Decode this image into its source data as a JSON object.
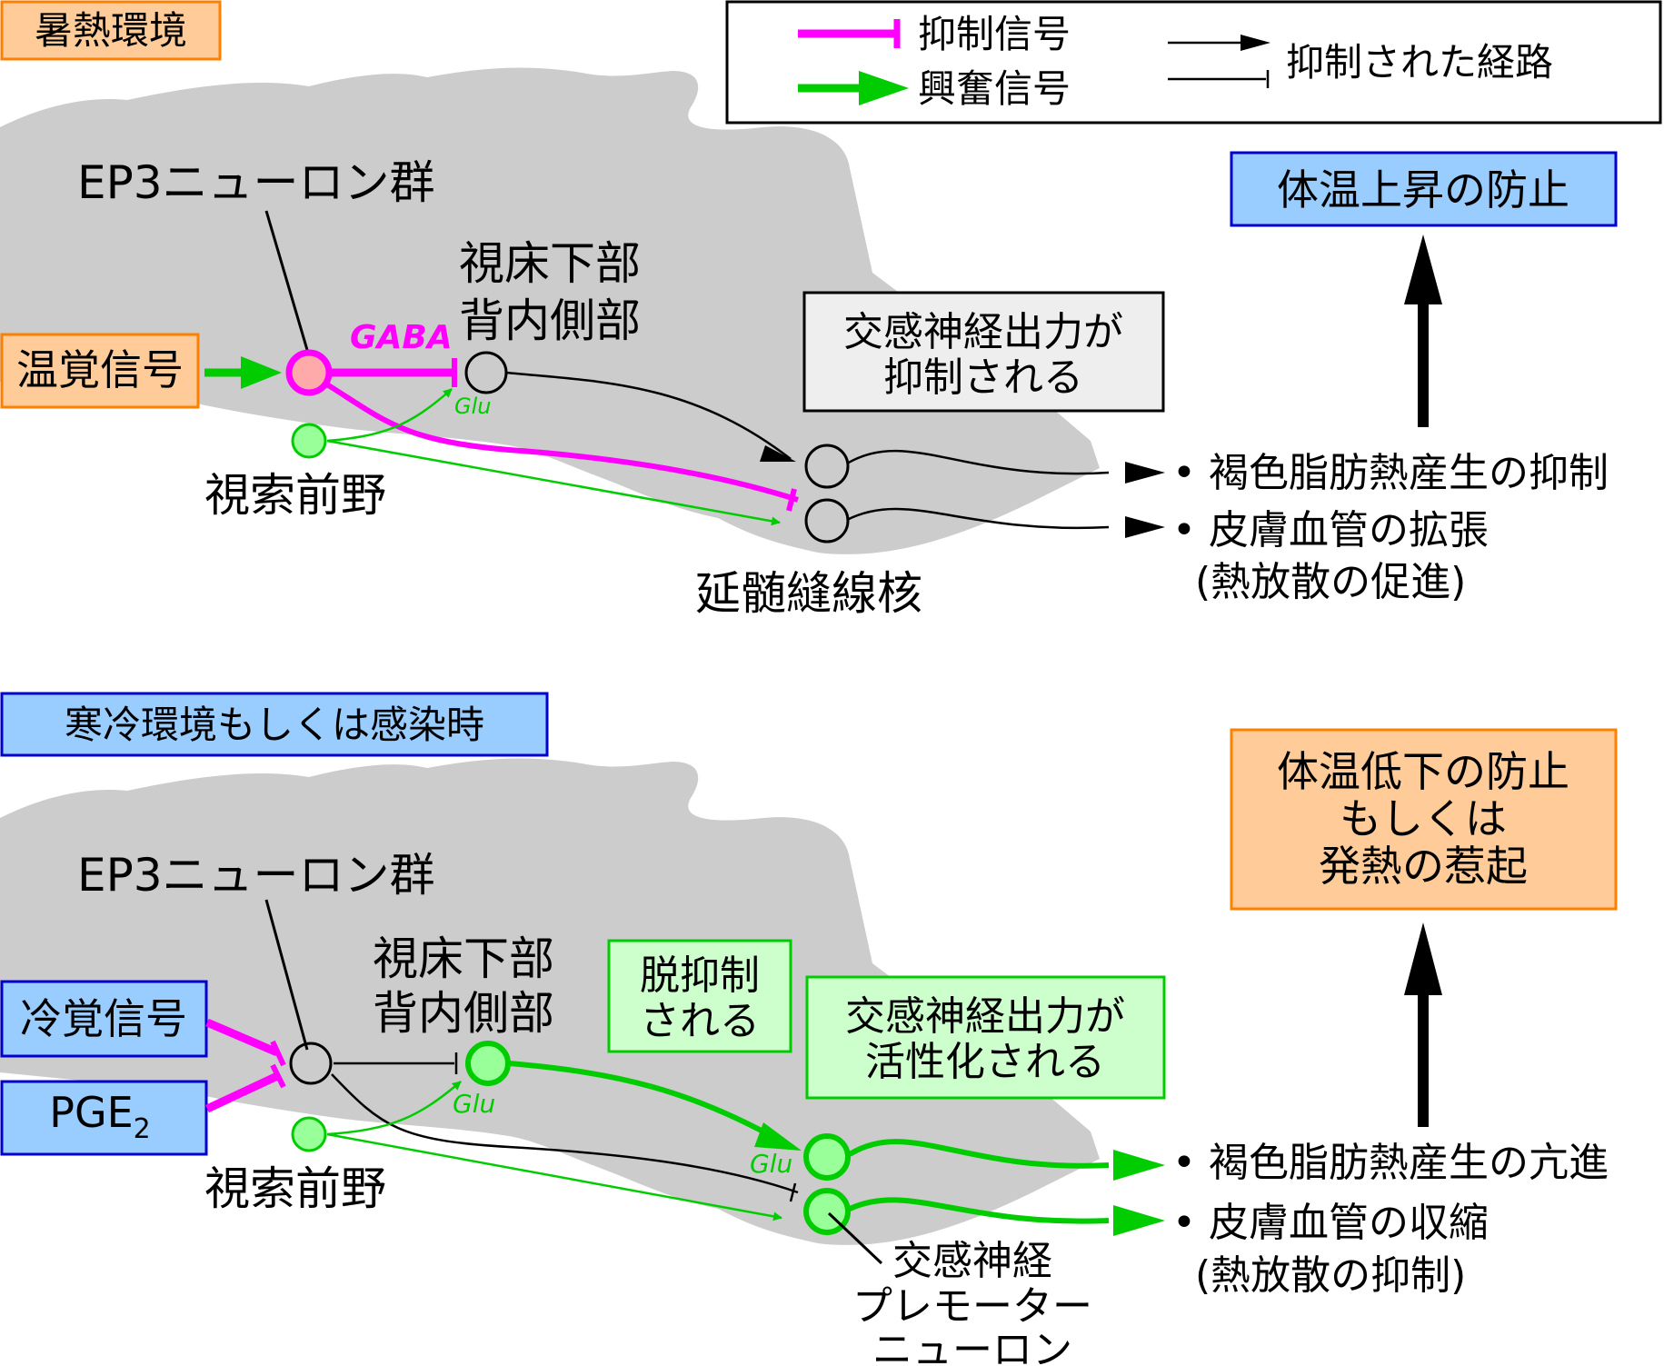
{
  "colors": {
    "inhibitory": "#ff00ff",
    "excitatory": "#00cc00",
    "brain": "#cccccc",
    "orange_fill": "#ffcc99",
    "orange_border": "#ff7f00",
    "blue_fill": "#99ccff",
    "blue_border": "#0000cc",
    "green_fill": "#ccffcc",
    "green_border": "#00cc00",
    "gray_fill": "#eeeeee"
  },
  "legend": {
    "inhibitory_label": "抑制信号",
    "excitatory_label": "興奮信号",
    "suppressed_label": "抑制された経路"
  },
  "top": {
    "environment": "暑熱環境",
    "input_signal": "温覚信号",
    "ep3_label": "EP3ニューロン群",
    "gaba_label": "GABA",
    "glu_label": "Glu",
    "dmh_line1": "視床下部",
    "dmh_line2": "背内側部",
    "poa_label": "視索前野",
    "rpa_label": "延髄縫線核",
    "sympathetic_line1": "交感神経出力が",
    "sympathetic_line2": "抑制される",
    "outcome": "体温上昇の防止",
    "effect1": "• 褐色脂肪熱産生の抑制",
    "effect2": "• 皮膚血管の拡張",
    "effect2_note": "(熱放散の促進)"
  },
  "bottom": {
    "environment": "寒冷環境もしくは感染時",
    "input_signal1": "冷覚信号",
    "input_signal2_base": "PGE",
    "input_signal2_sub": "2",
    "ep3_label": "EP3ニューロン群",
    "glu_label1": "Glu",
    "glu_label2": "Glu",
    "dmh_line1": "視床下部",
    "dmh_line2": "背内側部",
    "poa_label": "視索前野",
    "disinhibition_line1": "脱抑制",
    "disinhibition_line2": "される",
    "sympathetic_line1": "交感神経出力が",
    "sympathetic_line2": "活性化される",
    "outcome_line1": "体温低下の防止",
    "outcome_line2": "もしくは",
    "outcome_line3": "発熱の惹起",
    "effect1": "• 褐色脂肪熱産生の亢進",
    "effect2": "• 皮膚血管の収縮",
    "effect2_note": "(熱放散の抑制)",
    "premotor_line1": "交感神経",
    "premotor_line2": "プレモーター",
    "premotor_line3": "ニューロン"
  }
}
